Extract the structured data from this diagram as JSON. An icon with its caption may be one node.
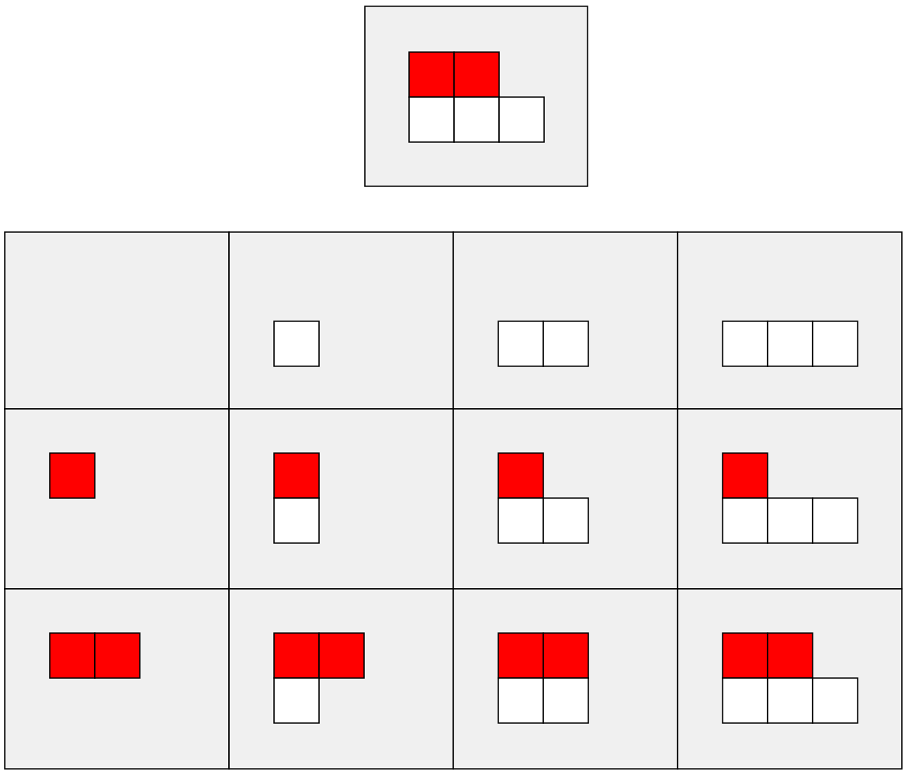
{
  "diagram": {
    "nodes": [
      {
        "text": [],
        "shape": "box"
      },
      {
        "text": [],
        "shape": "box"
      },
      {
        "text": [],
        "shape": "box"
      },
      {
        "text": [],
        "shape": "box"
      },
      {
        "text": [],
        "shape": "box"
      },
      {
        "text": [],
        "shape": "box"
      },
      {
        "text": [],
        "shape": "box"
      },
      {
        "text": [],
        "shape": "box"
      },
      {
        "text": [],
        "shape": "box"
      },
      {
        "text": [],
        "shape": "box"
      },
      {
        "text": [],
        "shape": "box"
      },
      {
        "text": [],
        "shape": "box"
      },
      {
        "text": [],
        "shape": "box"
      }
    ]
  }
}
